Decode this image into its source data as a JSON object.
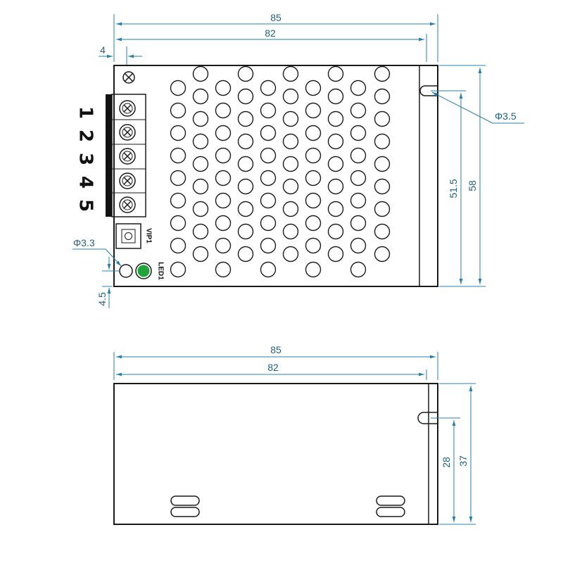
{
  "top_view": {
    "dims": {
      "overall_width": "85",
      "hole_spacing": "82",
      "edge_offset": "4",
      "overall_height": "58",
      "hole_vertical": "51.5",
      "slot_diameter": "Φ3.5",
      "hole_diameter": "Φ3.3",
      "bottom_offset": "4.5"
    },
    "terminals": [
      "1",
      "2",
      "3",
      "4",
      "5"
    ],
    "labels": {
      "pot": "VIP1",
      "led": "LED1"
    },
    "colors": {
      "led": "#1fa53a",
      "dimension": "#2a7fa8"
    }
  },
  "side_view": {
    "dims": {
      "overall_width": "85",
      "hole_spacing": "82",
      "height": "37",
      "hole_height": "28"
    }
  }
}
